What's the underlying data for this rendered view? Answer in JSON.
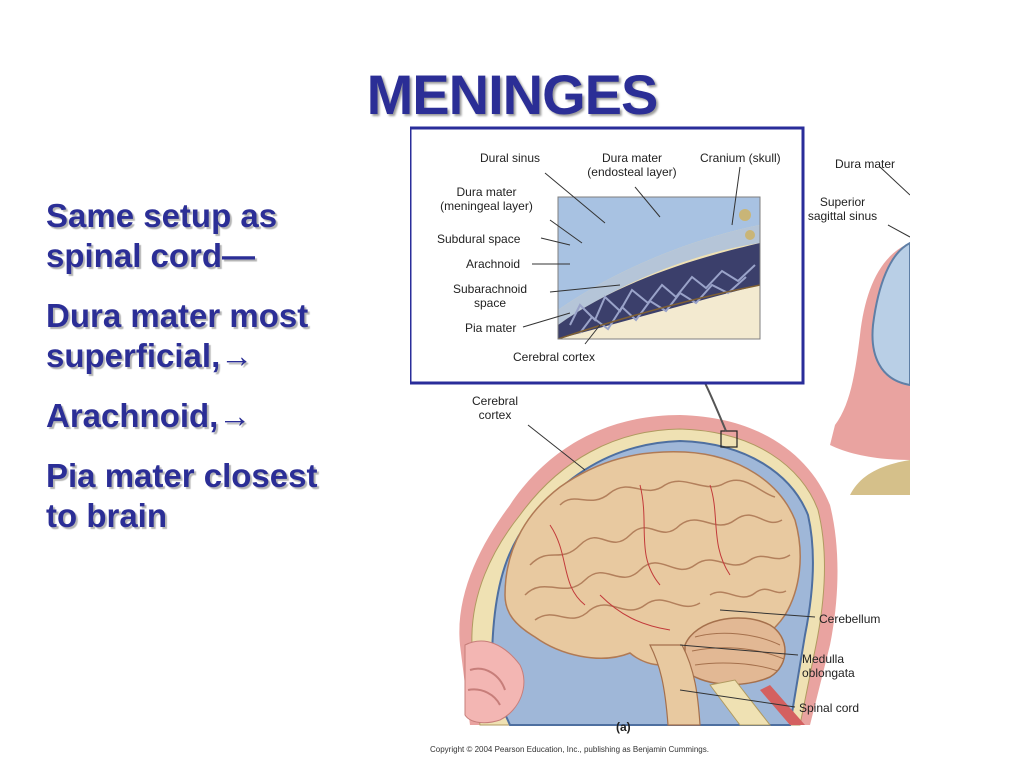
{
  "slide": {
    "title": "MENINGES",
    "bullets": [
      {
        "line1": "Same setup as",
        "line2": "spinal cord—"
      },
      {
        "line1": "Dura mater most",
        "line2": "superficial,→"
      },
      {
        "line1": "Arachnoid,→",
        "line2": ""
      },
      {
        "line1": "Pia mater closest",
        "line2": "to brain"
      }
    ]
  },
  "inset": {
    "labels": {
      "dural_sinus": "Dural sinus",
      "dura_endosteal_1": "Dura mater",
      "dura_endosteal_2": "(endosteal layer)",
      "cranium": "Cranium (skull)",
      "dura_meningeal_1": "Dura mater",
      "dura_meningeal_2": "(meningeal  layer)",
      "subdural": "Subdural space",
      "arachnoid": "Arachnoid",
      "subarachnoid_1": "Subarachnoid",
      "subarachnoid_2": "space",
      "pia": "Pia mater",
      "cortex": "Cerebral cortex"
    }
  },
  "main": {
    "labels": {
      "cerebral_cortex_1": "Cerebral",
      "cerebral_cortex_2": "cortex",
      "cerebellum": "Cerebellum",
      "medulla_1": "Medulla",
      "medulla_2": "oblongata",
      "spinal_cord": "Spinal cord",
      "panel": "(a)"
    },
    "copyright": "Copyright © 2004 Pearson Education, Inc., publishing as Benjamin Cummings."
  },
  "side": {
    "labels": {
      "dura_mater": "Dura mater",
      "superior_1": "Superior",
      "superior_2": "sagittal sinus"
    }
  },
  "colors": {
    "title": "#2b2e96",
    "frame": "#2a2d9a",
    "dura": "#9fb7d8",
    "brain": "#e8c9a0",
    "skin": "#e9a3a0"
  }
}
